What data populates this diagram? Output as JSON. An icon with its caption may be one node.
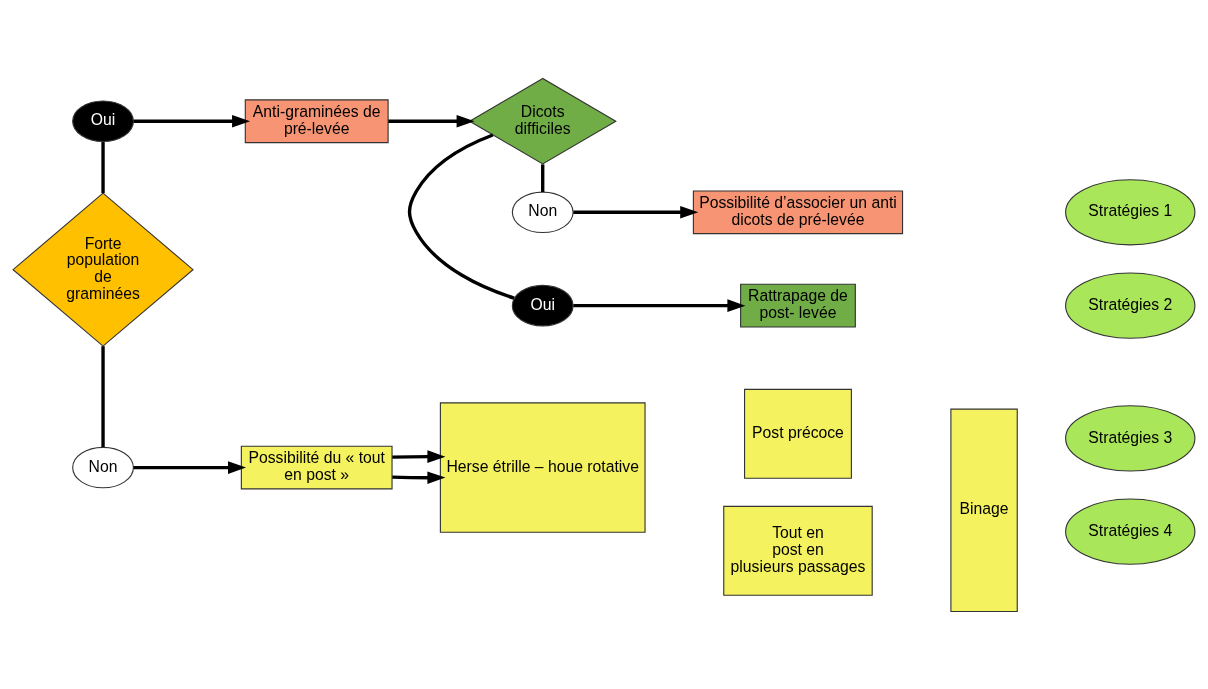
{
  "diagram": {
    "nodes": [
      {
        "text": [
          "Oui"
        ]
      },
      {
        "text": [
          "Anti-graminées de pré-levée"
        ]
      },
      {
        "text": [
          "Dicots difficiles"
        ]
      },
      {
        "text": [
          "Non"
        ]
      },
      {
        "text": [
          "Possibilité d’associer un anti dicots de pré-levée"
        ]
      },
      {
        "text": [
          "Stratégies 1"
        ]
      },
      {
        "text": [
          "Oui"
        ]
      },
      {
        "text": [
          "Rattrapage de post- levée"
        ]
      },
      {
        "text": [
          "Stratégies 2"
        ]
      },
      {
        "text": [
          "Forte population de graminées"
        ]
      },
      {
        "text": [
          "Non"
        ]
      },
      {
        "text": [
          "Possibilité du « tout en post »"
        ]
      },
      {
        "text": [
          "Herse étrille – houe rotative"
        ]
      },
      {
        "text": [
          "Post précoce"
        ]
      },
      {
        "text": [
          "Binage"
        ]
      },
      {
        "text": [
          "Tout en post en plusieurs passages"
        ]
      },
      {
        "text": [
          "Stratégies 3"
        ]
      },
      {
        "text": [
          "Stratégies 4"
        ]
      }
    ],
    "edges": [
      {
        "from": 9,
        "to": 0,
        "arrow": "none"
      },
      {
        "from": 0,
        "to": 1,
        "arrow": "to"
      },
      {
        "from": 1,
        "to": 2,
        "arrow": "to"
      },
      {
        "from": 2,
        "to": 3,
        "arrow": "none"
      },
      {
        "from": 3,
        "to": 4,
        "arrow": "to"
      },
      {
        "from": 2,
        "to": 6,
        "arrow": "none"
      },
      {
        "from": 6,
        "to": 7,
        "arrow": "to"
      },
      {
        "from": 9,
        "to": 10,
        "arrow": "none"
      },
      {
        "from": 10,
        "to": 11,
        "arrow": "to"
      },
      {
        "from": 11,
        "to": 12,
        "arrow": "to"
      },
      {
        "from": 11,
        "to": 12,
        "arrow": "to"
      }
    ]
  }
}
